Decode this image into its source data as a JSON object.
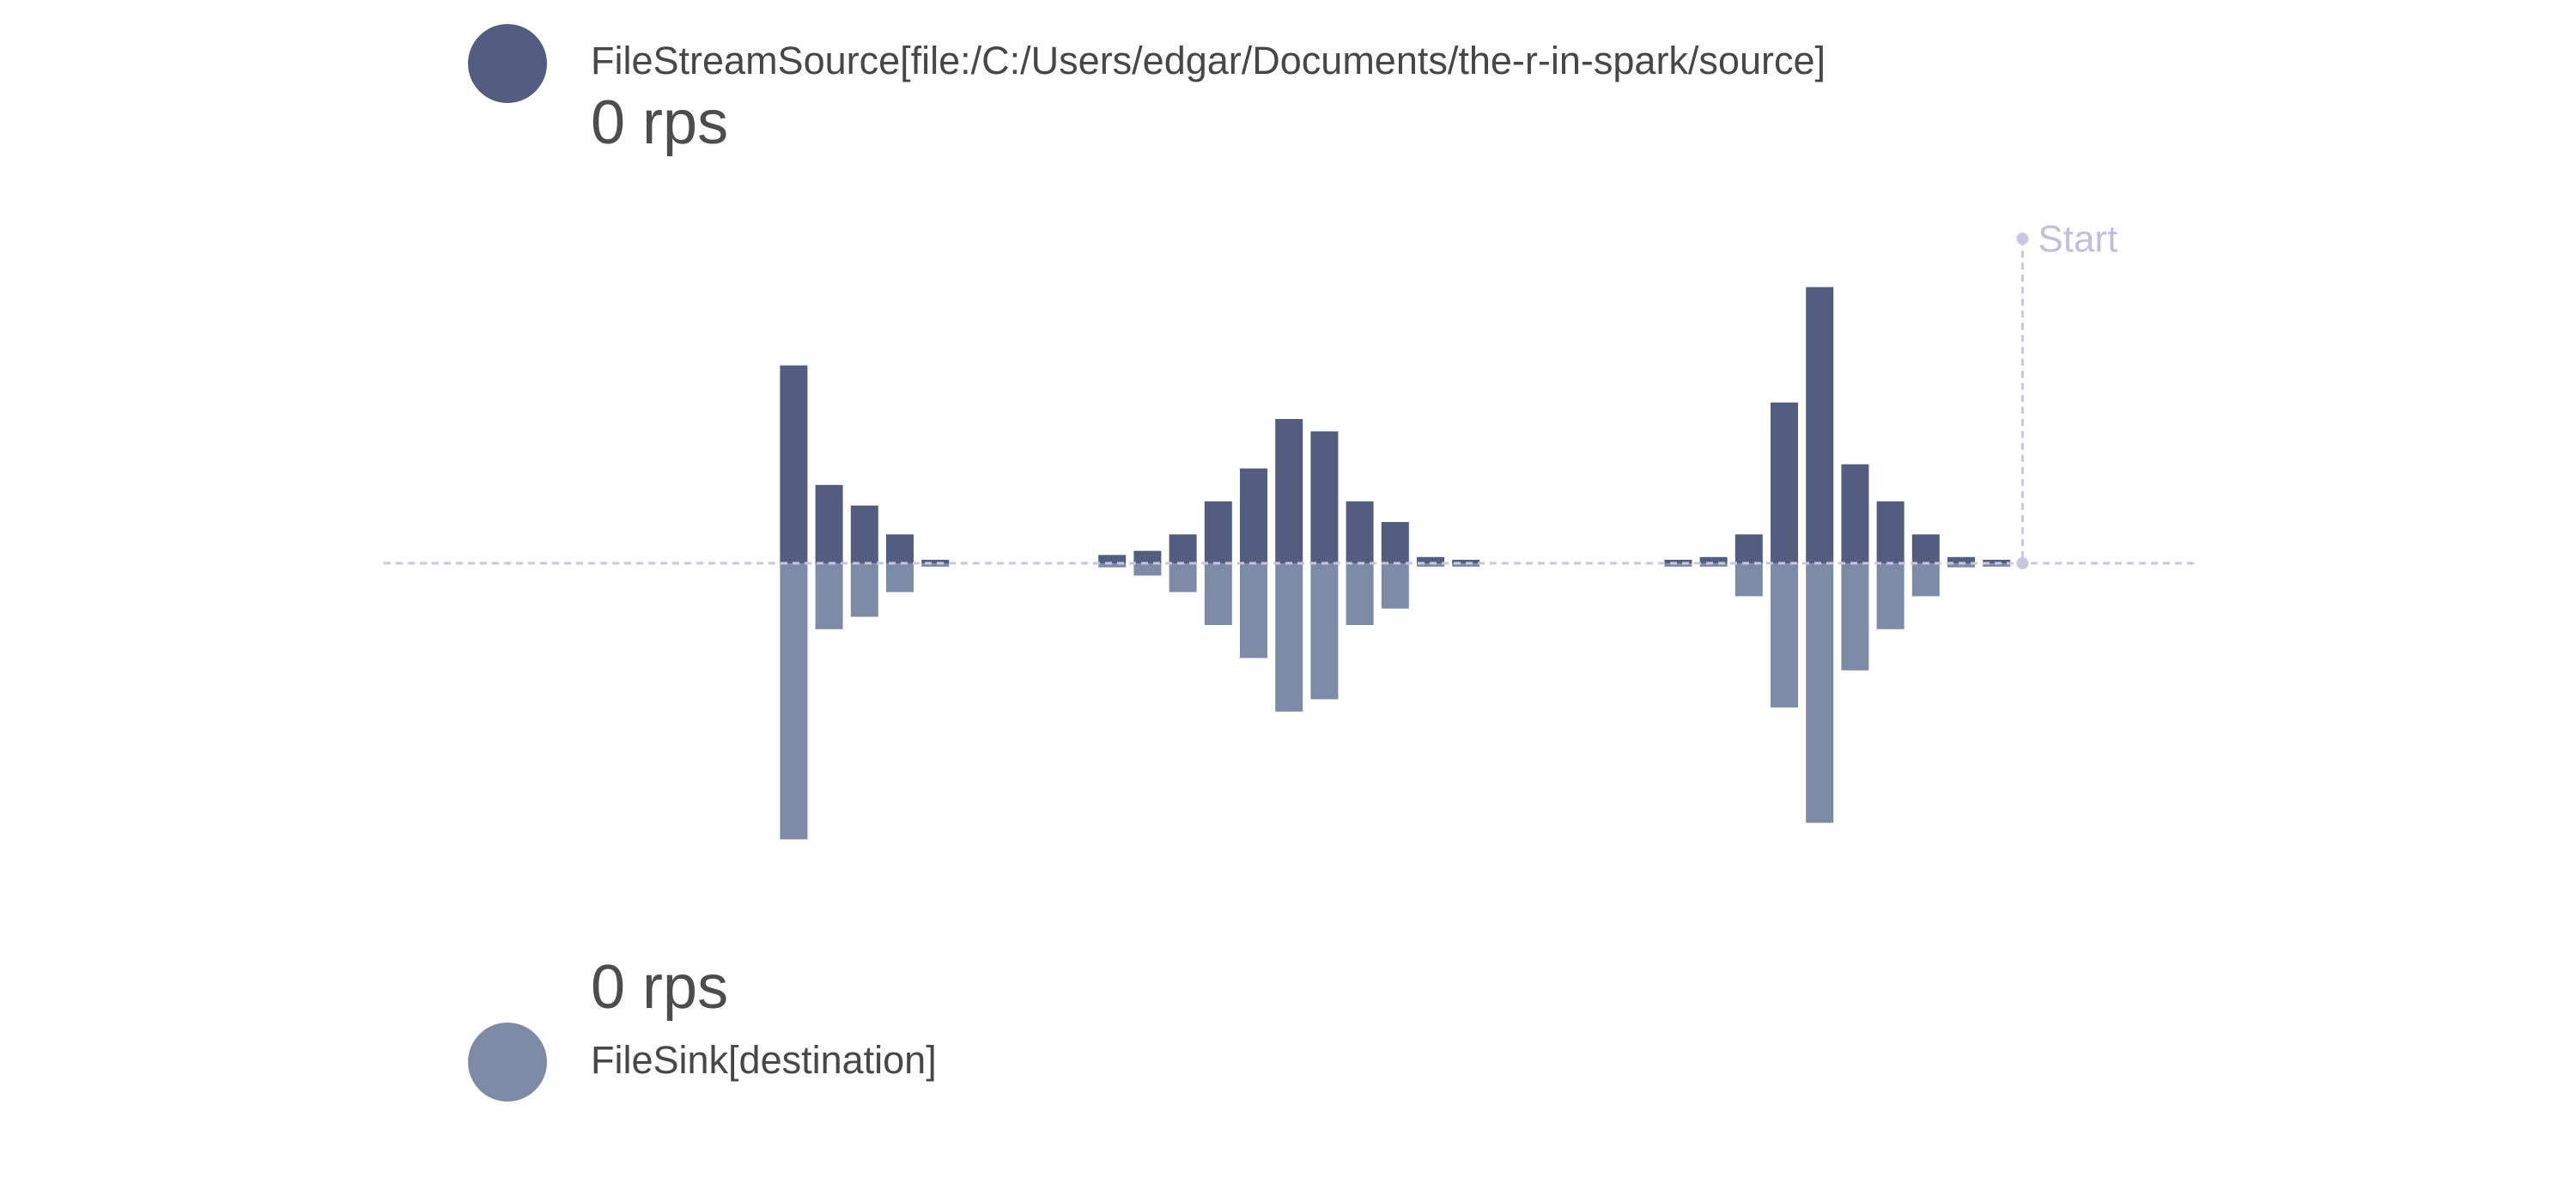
{
  "source": {
    "name": "FileStreamSource[file:/C:/Users/edgar/Documents/the-r-in-spark/source]",
    "rate": "0 rps",
    "color": "#525d7f"
  },
  "sink": {
    "name": "FileSink[destination]",
    "rate": "0 rps",
    "color": "#7e8ba7"
  },
  "chart_data": {
    "type": "bar",
    "start_label": "Start",
    "axis_color": "#c9c6e0",
    "series": [
      {
        "values": [
          0,
          0,
          0,
          0,
          0,
          0,
          0,
          48,
          19,
          14,
          7,
          0.5,
          0,
          0,
          0,
          0,
          2,
          3,
          7,
          15,
          23,
          35,
          32,
          15,
          10,
          1.5,
          0.5,
          0,
          0,
          0,
          0,
          0,
          0.5,
          1.5,
          7,
          39,
          67,
          24,
          15,
          7,
          1.5,
          0.5
        ]
      },
      {
        "values": [
          0,
          0,
          0,
          0,
          0,
          0,
          0,
          67,
          16,
          13,
          7,
          0.2,
          0,
          0,
          0,
          0,
          1,
          3,
          7,
          15,
          23,
          36,
          33,
          15,
          11,
          0.5,
          0.2,
          0,
          0,
          0,
          0,
          0,
          0.2,
          0.5,
          8,
          35,
          63,
          26,
          16,
          8,
          1,
          0.5
        ]
      }
    ]
  }
}
